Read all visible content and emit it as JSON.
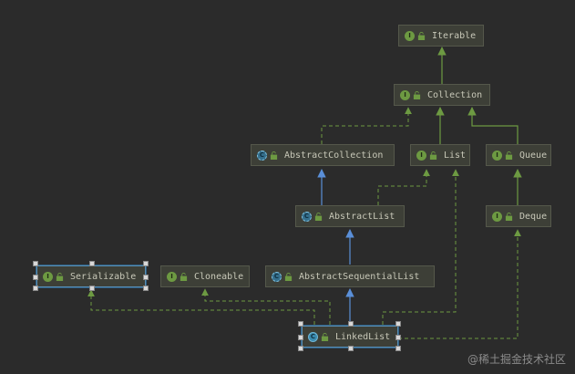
{
  "diagram": {
    "nodes": {
      "iterable": {
        "label": "Iterable",
        "kind": "interface"
      },
      "collection": {
        "label": "Collection",
        "kind": "interface"
      },
      "abstract_collection": {
        "label": "AbstractCollection",
        "kind": "abstract"
      },
      "list": {
        "label": "List",
        "kind": "interface"
      },
      "queue": {
        "label": "Queue",
        "kind": "interface"
      },
      "abstract_list": {
        "label": "AbstractList",
        "kind": "abstract"
      },
      "deque": {
        "label": "Deque",
        "kind": "interface"
      },
      "serializable": {
        "label": "Serializable",
        "kind": "interface"
      },
      "cloneable": {
        "label": "Cloneable",
        "kind": "interface"
      },
      "abstract_sequential_list": {
        "label": "AbstractSequentialList",
        "kind": "abstract"
      },
      "linked_list": {
        "label": "LinkedList",
        "kind": "class"
      }
    },
    "colors": {
      "background": "#2b2b2b",
      "interface_edge": "#6d9a42",
      "extends_edge": "#5a8fd8",
      "implements_dashed": "#6d9a42"
    }
  },
  "watermark": "@稀土掘金技术社区"
}
